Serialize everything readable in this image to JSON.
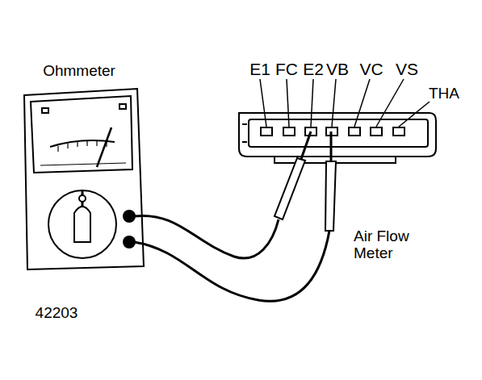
{
  "diagram": {
    "labels": [
      "Ohmmeter",
      "E1",
      "FC",
      "E2",
      "VB",
      "VC",
      "VS",
      "THA",
      "Air Flow Meter",
      "42203"
    ]
  }
}
